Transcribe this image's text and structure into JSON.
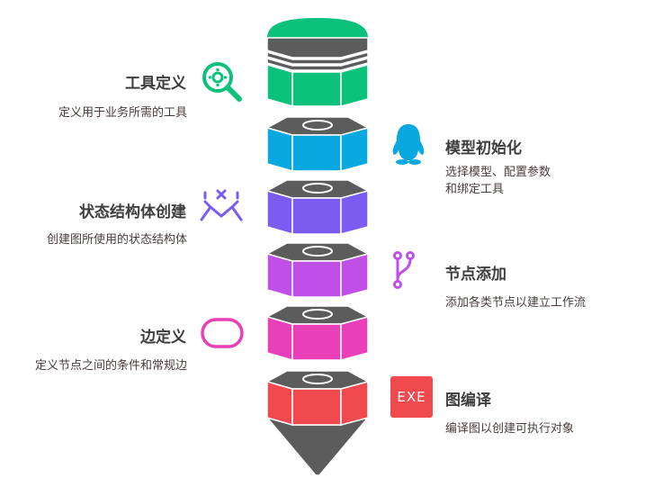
{
  "steps": [
    {
      "title": "工具定义",
      "desc": "定义用于业务所需的工具",
      "color": "#0cc17a",
      "icon": "gear-search-icon"
    },
    {
      "title": "模型初始化",
      "desc_lines": [
        "选择模型、配置参数",
        "和绑定工具"
      ],
      "color": "#0aa8e0",
      "icon": "penguin-icon"
    },
    {
      "title": "状态结构体创建",
      "desc": "创建图所使用的状态结构体",
      "color": "#7a5cf0",
      "icon": "structure-icon"
    },
    {
      "title": "节点添加",
      "desc": "添加各类节点以建立工作流",
      "color": "#c04fe8",
      "icon": "branch-icon"
    },
    {
      "title": "边定义",
      "desc": "定义节点之间的条件和常规边",
      "color": "#e93fb8",
      "icon": "rounded-rect-icon"
    },
    {
      "title": "图编译",
      "desc": "编译图以创建可执行对象",
      "color": "#f04a4f",
      "icon": "exe-icon",
      "icon_text": "EXE"
    }
  ],
  "dark_color": "#5c5c5c"
}
